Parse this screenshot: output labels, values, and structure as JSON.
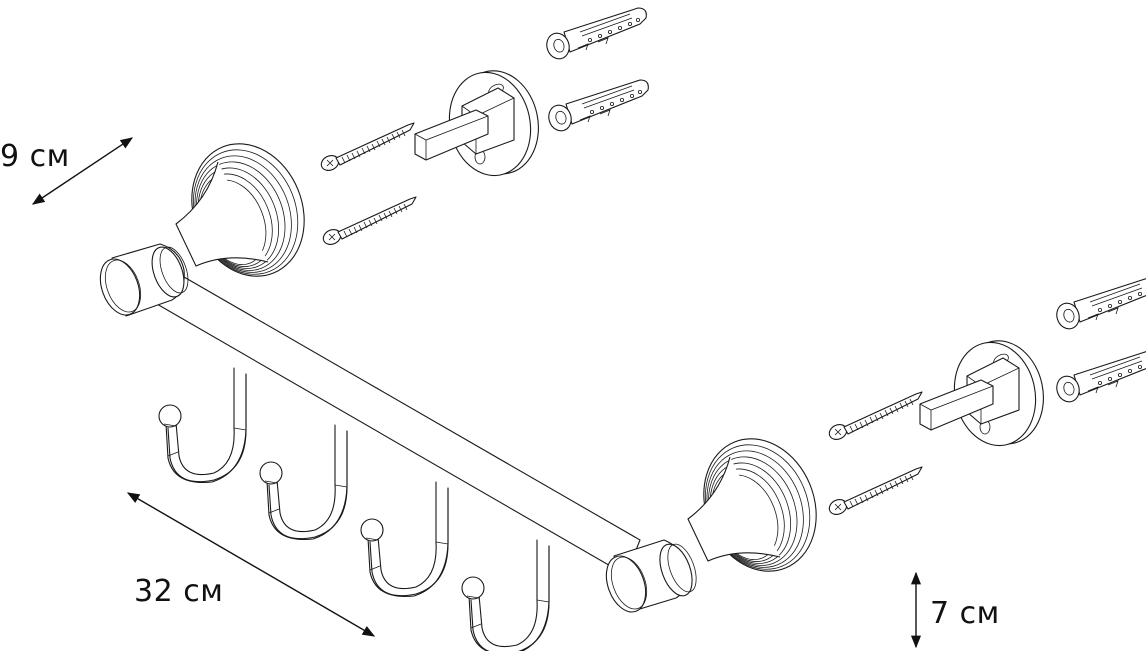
{
  "diagram": {
    "subject": "Wall-mounted rail with 4 hooks, exploded mounting view",
    "dimensions": {
      "depth_label": "9 см",
      "length_label": "32 см",
      "height_label": "7 см"
    },
    "parts": {
      "hooks_count": 4,
      "screws_count": 4,
      "wall_plugs_count": 4,
      "mounting_brackets_count": 2,
      "end_caps_count": 2
    },
    "colors": {
      "line": "#1a1a1a",
      "background": "#ffffff"
    }
  }
}
